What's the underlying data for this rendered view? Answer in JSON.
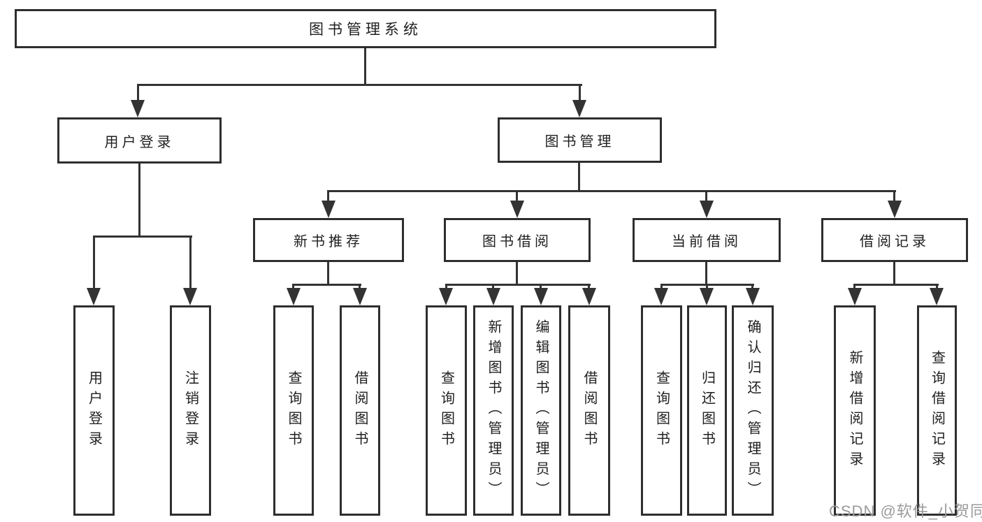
{
  "nodes": {
    "root": "图书管理系统",
    "login": "用户登录",
    "manage": "图书管理",
    "rec": "新书推荐",
    "borrow": "图书借阅",
    "current": "当前借阅",
    "records": "借阅记录",
    "a1": "用户登录",
    "a2": "注销登录",
    "b1": "查询图书",
    "b2": "借阅图书",
    "c1": "查询图书",
    "c2": "新增图书（管理员）",
    "c3": "编辑图书（管理员）",
    "c4": "借阅图书",
    "d1": "查询图书",
    "d2": "归还图书",
    "d3": "确认归还（管理员）",
    "e1": "新增借阅记录",
    "e2": "查询借阅记录"
  },
  "hierarchy": {
    "图书管理系统": {
      "用户登录": [
        "用户登录",
        "注销登录"
      ],
      "图书管理": {
        "新书推荐": [
          "查询图书",
          "借阅图书"
        ],
        "图书借阅": [
          "查询图书",
          "新增图书（管理员）",
          "编辑图书（管理员）",
          "借阅图书"
        ],
        "当前借阅": [
          "查询图书",
          "归还图书",
          "确认归还（管理员）"
        ],
        "借阅记录": [
          "新增借阅记录",
          "查询借阅记录"
        ]
      }
    }
  },
  "watermark": "CSDN @软件_小贺同学",
  "colors": {
    "line": "#333333",
    "border": "#2e2e2e",
    "text": "#1f1f1f",
    "watermark": "#9b9b9b",
    "background": "#ffffff"
  }
}
